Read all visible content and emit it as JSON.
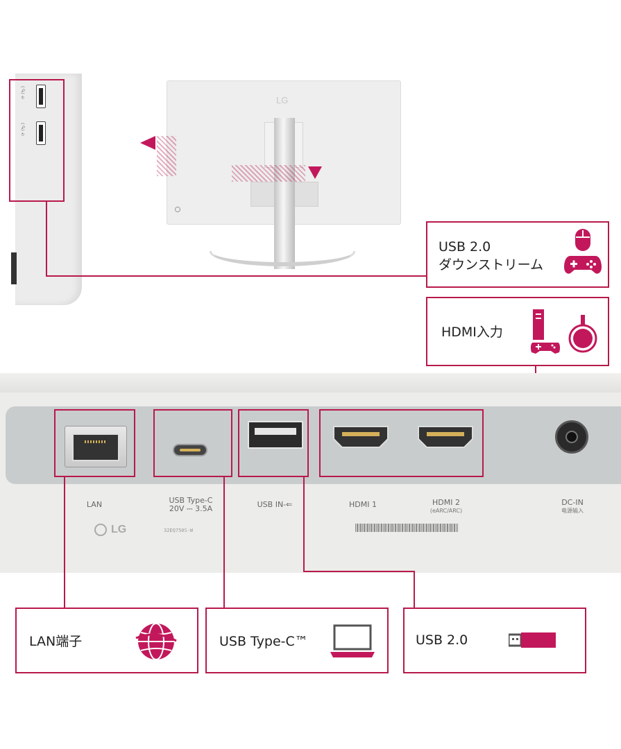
{
  "top": {
    "side_usb_labels": [
      "⟳ (♂)",
      "⟳ (♂)"
    ],
    "monitor_logo": "LG"
  },
  "callouts": {
    "usb_downstream": {
      "title": "USB 2.0",
      "subtitle": "ダウンストリーム",
      "icons": [
        "mouse-icon",
        "gamepad-icon"
      ]
    },
    "hdmi_input": {
      "title": "HDMI入力",
      "icons": [
        "game-console-icon",
        "streaming-dongle-icon"
      ]
    },
    "lan": {
      "title": "LAN端子",
      "icons": [
        "globe-network-icon"
      ]
    },
    "usb_type_c": {
      "title": "USB Type-C™",
      "icons": [
        "laptop-icon"
      ]
    },
    "usb_20": {
      "title": "USB 2.0",
      "icons": [
        "usb-stick-icon"
      ]
    }
  },
  "rear_panel": {
    "ports": {
      "lan": "LAN",
      "usb_c_line1": "USB Type-C",
      "usb_c_line2": "20V ⎓ 3.5A",
      "usb_in": "USB IN-⇐",
      "hdmi1": "HDMI 1",
      "hdmi2": "HDMI 2",
      "hdmi2_sub": "(eARC/ARC)",
      "dcin": "DC-IN",
      "dcin_sub": "电源输入"
    },
    "logo": "LG",
    "model": "32EQ750S-W"
  },
  "colors": {
    "accent": "#b8194a",
    "panel_gray": "#c8cccd",
    "monitor_white": "#eeeeee"
  }
}
